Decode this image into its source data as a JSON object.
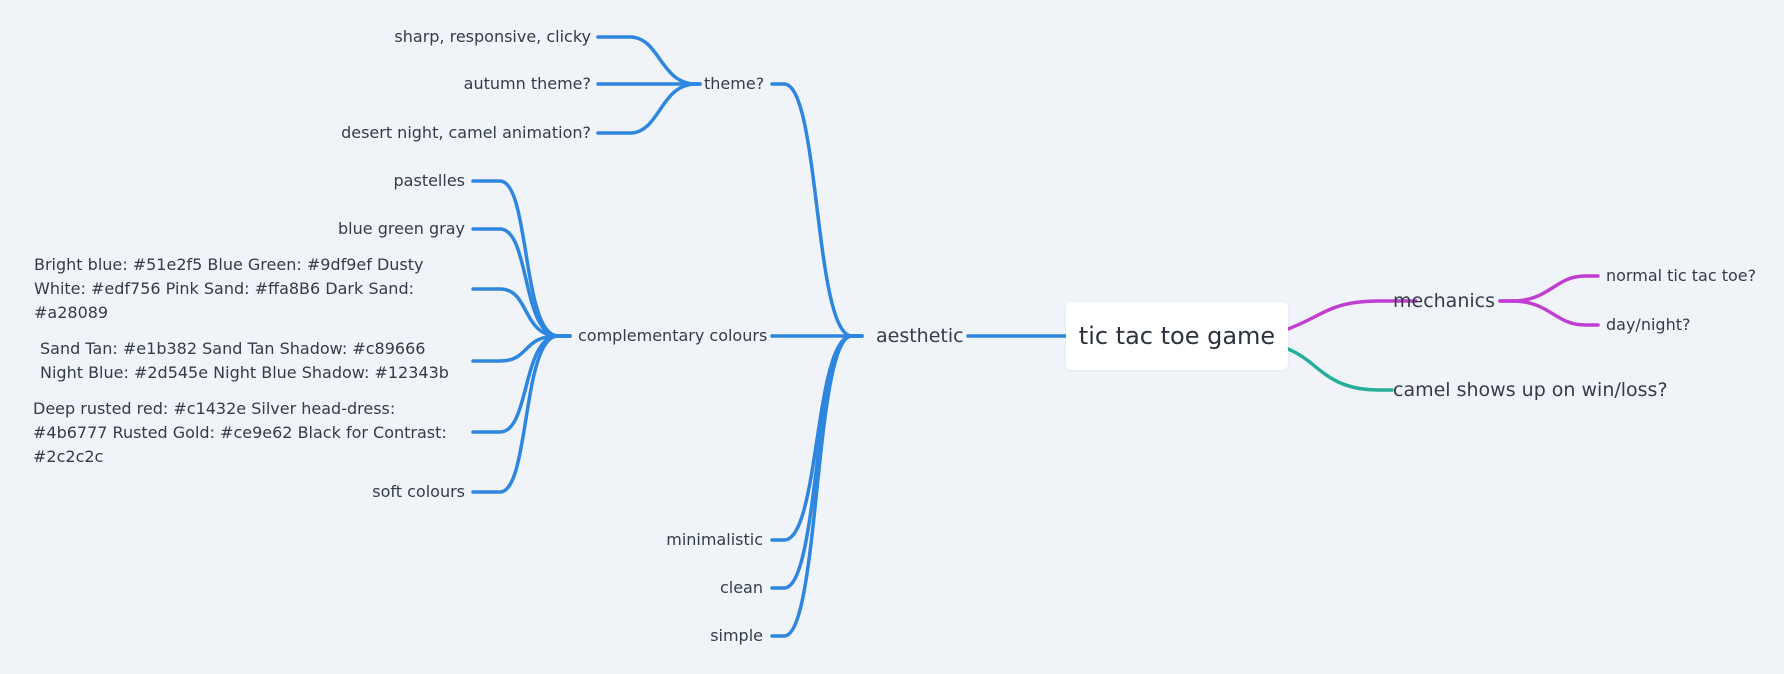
{
  "colors": {
    "blue": "#2e86de",
    "magenta": "#c03fd1",
    "teal": "#26ae9a"
  },
  "root": "tic tac toe game",
  "left": {
    "aesthetic": "aesthetic",
    "theme": "theme?",
    "theme_items": [
      "sharp, responsive, clicky",
      "autumn theme?",
      "desert night, camel animation?"
    ],
    "complementary": "complementary colours",
    "complementary_items": [
      "pastelles",
      "blue green gray",
      "Bright blue: #51e2f5  Blue Green: #9df9ef  Dusty White: #edf756  Pink Sand: #ffa8B6  Dark Sand: #a28089",
      "Sand Tan: #e1b382  Sand Tan Shadow: #c89666  Night Blue: #2d545e  Night Blue Shadow: #12343b",
      "Deep rusted red: #c1432e  Silver head-dress: #4b6777 Rusted Gold: #ce9e62  Black for Contrast: #2c2c2c",
      "soft colours"
    ],
    "style_items": [
      "minimalistic",
      "clean",
      "simple"
    ]
  },
  "right": {
    "mechanics": "mechanics",
    "mechanics_items": [
      "normal tic tac toe?",
      "day/night?"
    ],
    "camel": "camel shows up on win/loss?"
  }
}
